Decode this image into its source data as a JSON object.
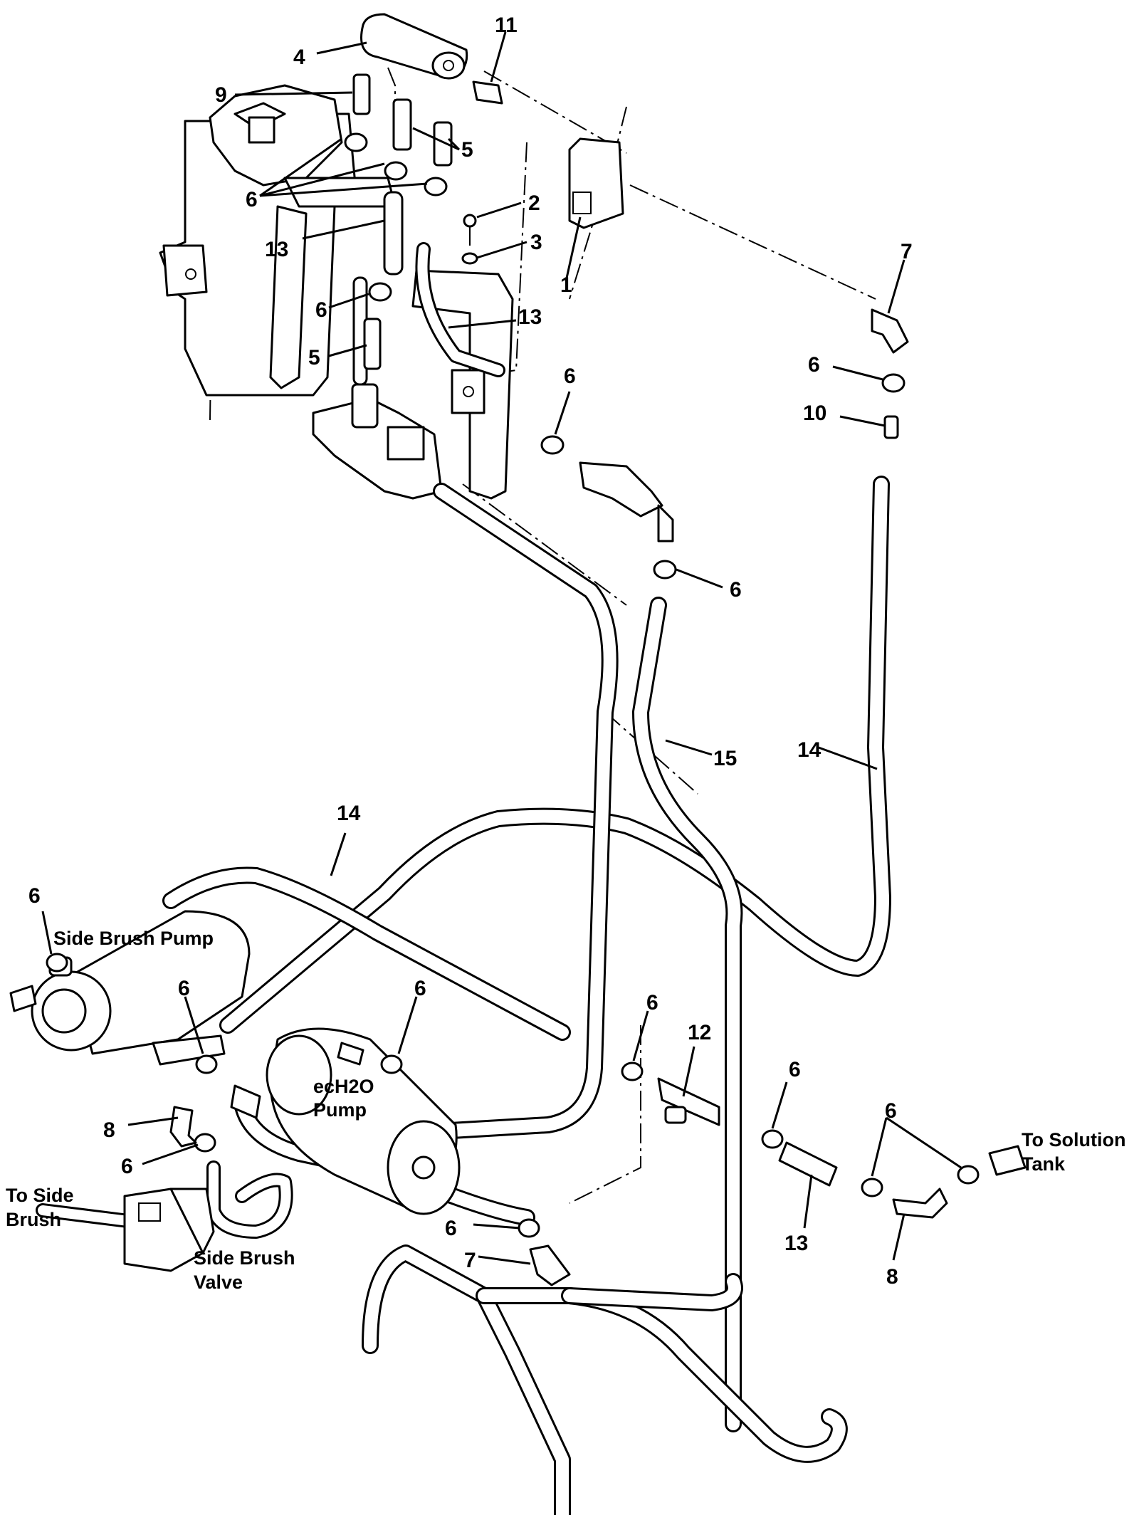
{
  "callouts": {
    "c1": "1",
    "c2": "2",
    "c3": "3",
    "c4": "4",
    "c5a": "5",
    "c5b": "5",
    "c6a": "6",
    "c6b": "6",
    "c6c": "6",
    "c6d": "6",
    "c6e": "6",
    "c6f": "6",
    "c6g": "6",
    "c6h": "6",
    "c6i": "6",
    "c6j": "6",
    "c6k": "6",
    "c6l": "6",
    "c6m": "6",
    "c7a": "7",
    "c7b": "7",
    "c8a": "8",
    "c8b": "8",
    "c9": "9",
    "c10": "10",
    "c11": "11",
    "c12": "12",
    "c13a": "13",
    "c13b": "13",
    "c13c": "13",
    "c14a": "14",
    "c14b": "14",
    "c15": "15"
  },
  "labels": {
    "side_brush_pump": "Side Brush Pump",
    "ech2o_pump_line1": "ecH2O",
    "ech2o_pump_line2": "Pump",
    "to_side_brush_line1": "To Side",
    "to_side_brush_line2": "Brush",
    "side_brush_valve_line1": "Side Brush",
    "side_brush_valve_line2": "Valve",
    "to_solution_tank_line1": "To Solution",
    "to_solution_tank_line2": "Tank"
  }
}
